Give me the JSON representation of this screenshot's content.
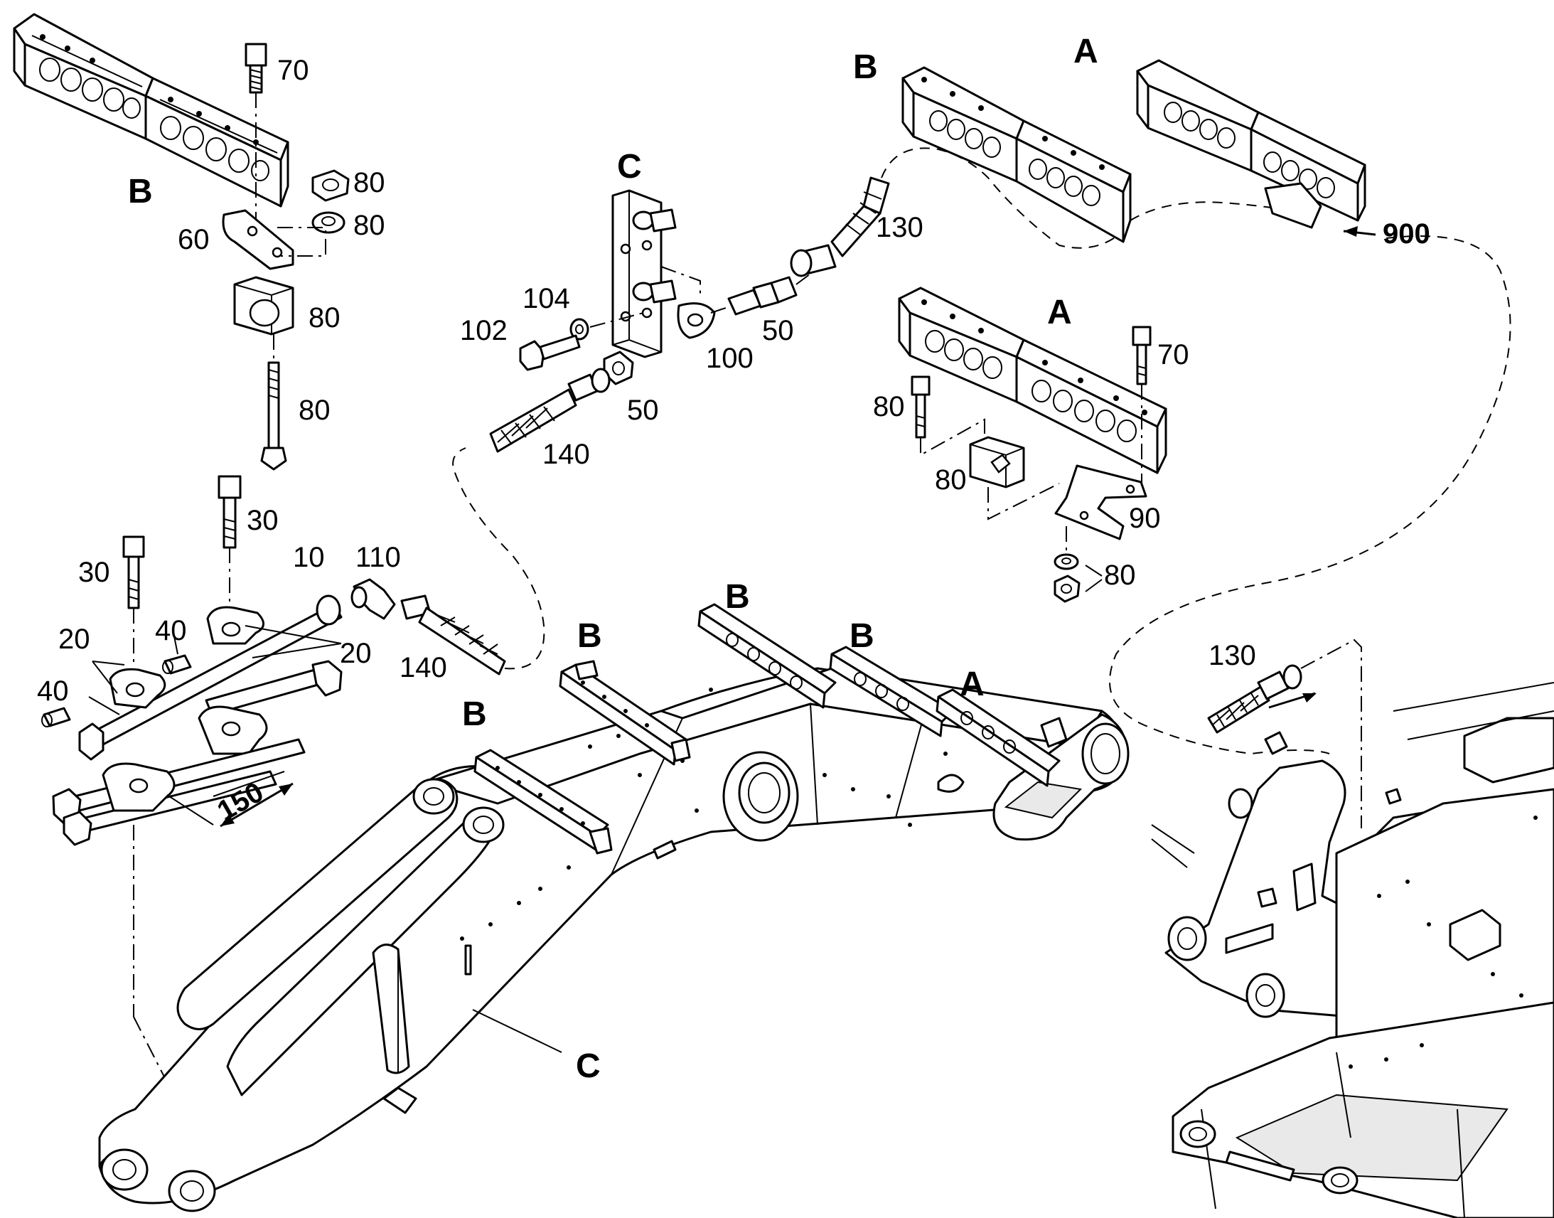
{
  "callouts": {
    "c70_top": "70",
    "c80_nut": "80",
    "c80_washer": "80",
    "c60": "60",
    "c80_block": "80",
    "c80_bolt": "80",
    "c30_right": "30",
    "c30_left": "30",
    "c10": "10",
    "c110": "110",
    "c40_upper": "40",
    "c20_left": "20",
    "c20_right": "20",
    "c40_lower": "40",
    "c140_lower": "140",
    "c150": "150",
    "c104": "104",
    "c102": "102",
    "c100": "100",
    "c50_upper": "50",
    "c50_lower": "50",
    "c140_upper": "140",
    "c130_upper": "130",
    "c900": "900",
    "c70_right": "70",
    "c80_bolt_right": "80",
    "c80_block_right": "80",
    "c90": "90",
    "c80_nut_right": "80",
    "c130_lower": "130"
  },
  "sections": {
    "b_detail": "B",
    "c_detail": "C",
    "b_top": "B",
    "a_top": "A",
    "a_mid": "A",
    "b_boom1": "B",
    "b_boom2": "B",
    "b_boom3": "B",
    "b_boom4": "B",
    "a_boom": "A",
    "c_boom": "C"
  }
}
